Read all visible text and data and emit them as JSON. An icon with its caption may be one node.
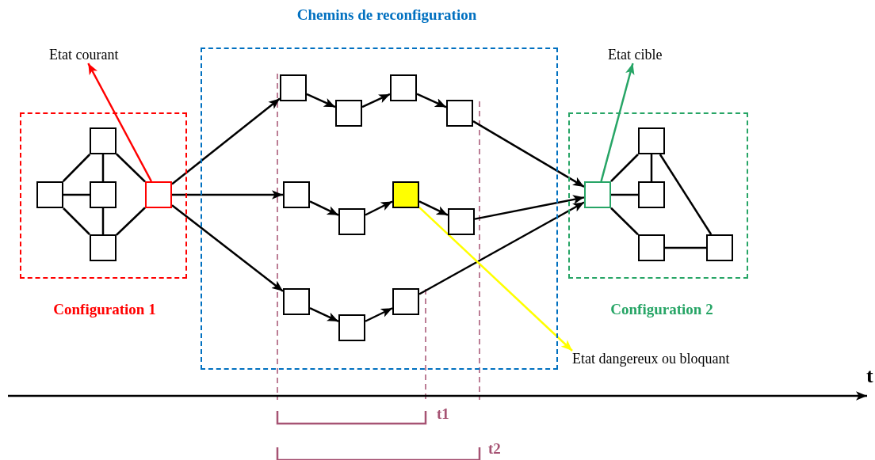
{
  "diagram": {
    "nodes": [
      {
        "text": [
          "Configuration 1"
        ]
      },
      {
        "text": [
          "Chemins de reconfiguration"
        ]
      },
      {
        "text": [
          "Configuration 2"
        ]
      },
      {
        "text": [],
        "shape": "box",
        "in": 0
      },
      {
        "text": [],
        "shape": "box",
        "in": 0
      },
      {
        "text": [],
        "shape": "box",
        "in": 0
      },
      {
        "text": [],
        "shape": "box",
        "in": 0
      },
      {
        "text": [],
        "shape": "box",
        "in": 0
      },
      {
        "text": [],
        "shape": "box",
        "in": 1
      },
      {
        "text": [],
        "shape": "box",
        "in": 1
      },
      {
        "text": [],
        "shape": "box",
        "in": 1
      },
      {
        "text": [],
        "shape": "box",
        "in": 1
      },
      {
        "text": [],
        "shape": "box",
        "in": 1
      },
      {
        "text": [],
        "shape": "box",
        "in": 1
      },
      {
        "text": [],
        "shape": "box",
        "in": 1
      },
      {
        "text": [],
        "shape": "box",
        "in": 1
      },
      {
        "text": [],
        "shape": "box",
        "in": 1
      },
      {
        "text": [],
        "shape": "box",
        "in": 1
      },
      {
        "text": [],
        "shape": "box",
        "in": 1
      },
      {
        "text": [],
        "shape": "box",
        "in": 2
      },
      {
        "text": [],
        "shape": "box",
        "in": 2
      },
      {
        "text": [],
        "shape": "box",
        "in": 2
      },
      {
        "text": [],
        "shape": "box",
        "in": 2
      },
      {
        "text": [],
        "shape": "box",
        "in": 2
      },
      {
        "text": [
          "Etat courant"
        ]
      },
      {
        "text": [
          "Etat cible"
        ]
      },
      {
        "text": [
          "Etat dangereux ou bloquant"
        ]
      }
    ],
    "edges": [
      {
        "from": 4,
        "to": 3,
        "arrow": "none"
      },
      {
        "from": 4,
        "to": 5,
        "arrow": "none"
      },
      {
        "from": 4,
        "to": 6,
        "arrow": "none"
      },
      {
        "from": 3,
        "to": 5,
        "arrow": "none"
      },
      {
        "from": 5,
        "to": 6,
        "arrow": "none"
      },
      {
        "from": 3,
        "to": 7,
        "arrow": "none"
      },
      {
        "from": 6,
        "to": 7,
        "arrow": "none"
      },
      {
        "from": 7,
        "to": 8,
        "arrow": "to"
      },
      {
        "from": 7,
        "to": 12,
        "arrow": "to"
      },
      {
        "from": 7,
        "to": 16,
        "arrow": "to"
      },
      {
        "from": 8,
        "to": 9,
        "arrow": "to"
      },
      {
        "from": 9,
        "to": 10,
        "arrow": "to"
      },
      {
        "from": 10,
        "to": 11,
        "arrow": "to"
      },
      {
        "from": 12,
        "to": 13,
        "arrow": "to"
      },
      {
        "from": 13,
        "to": 14,
        "arrow": "to"
      },
      {
        "from": 14,
        "to": 15,
        "arrow": "to"
      },
      {
        "from": 16,
        "to": 17,
        "arrow": "to"
      },
      {
        "from": 17,
        "to": 18,
        "arrow": "to"
      },
      {
        "from": 11,
        "to": 19,
        "arrow": "to"
      },
      {
        "from": 15,
        "to": 19,
        "arrow": "to"
      },
      {
        "from": 18,
        "to": 19,
        "arrow": "to"
      },
      {
        "from": 19,
        "to": 20,
        "arrow": "none"
      },
      {
        "from": 19,
        "to": 21,
        "arrow": "none"
      },
      {
        "from": 20,
        "to": 21,
        "arrow": "none"
      },
      {
        "from": 19,
        "to": 22,
        "arrow": "none"
      },
      {
        "from": 22,
        "to": 23,
        "arrow": "none"
      },
      {
        "from": 20,
        "to": 23,
        "arrow": "none"
      },
      {
        "from": 7,
        "to": 24,
        "arrow": "to",
        "color": "#ff0000"
      },
      {
        "from": 19,
        "to": 25,
        "arrow": "to",
        "color": "#27a566"
      },
      {
        "from": 14,
        "to": 26,
        "arrow": "to",
        "color": "#ffff00"
      }
    ],
    "labels": [
      "t",
      "t1",
      "t2"
    ]
  }
}
